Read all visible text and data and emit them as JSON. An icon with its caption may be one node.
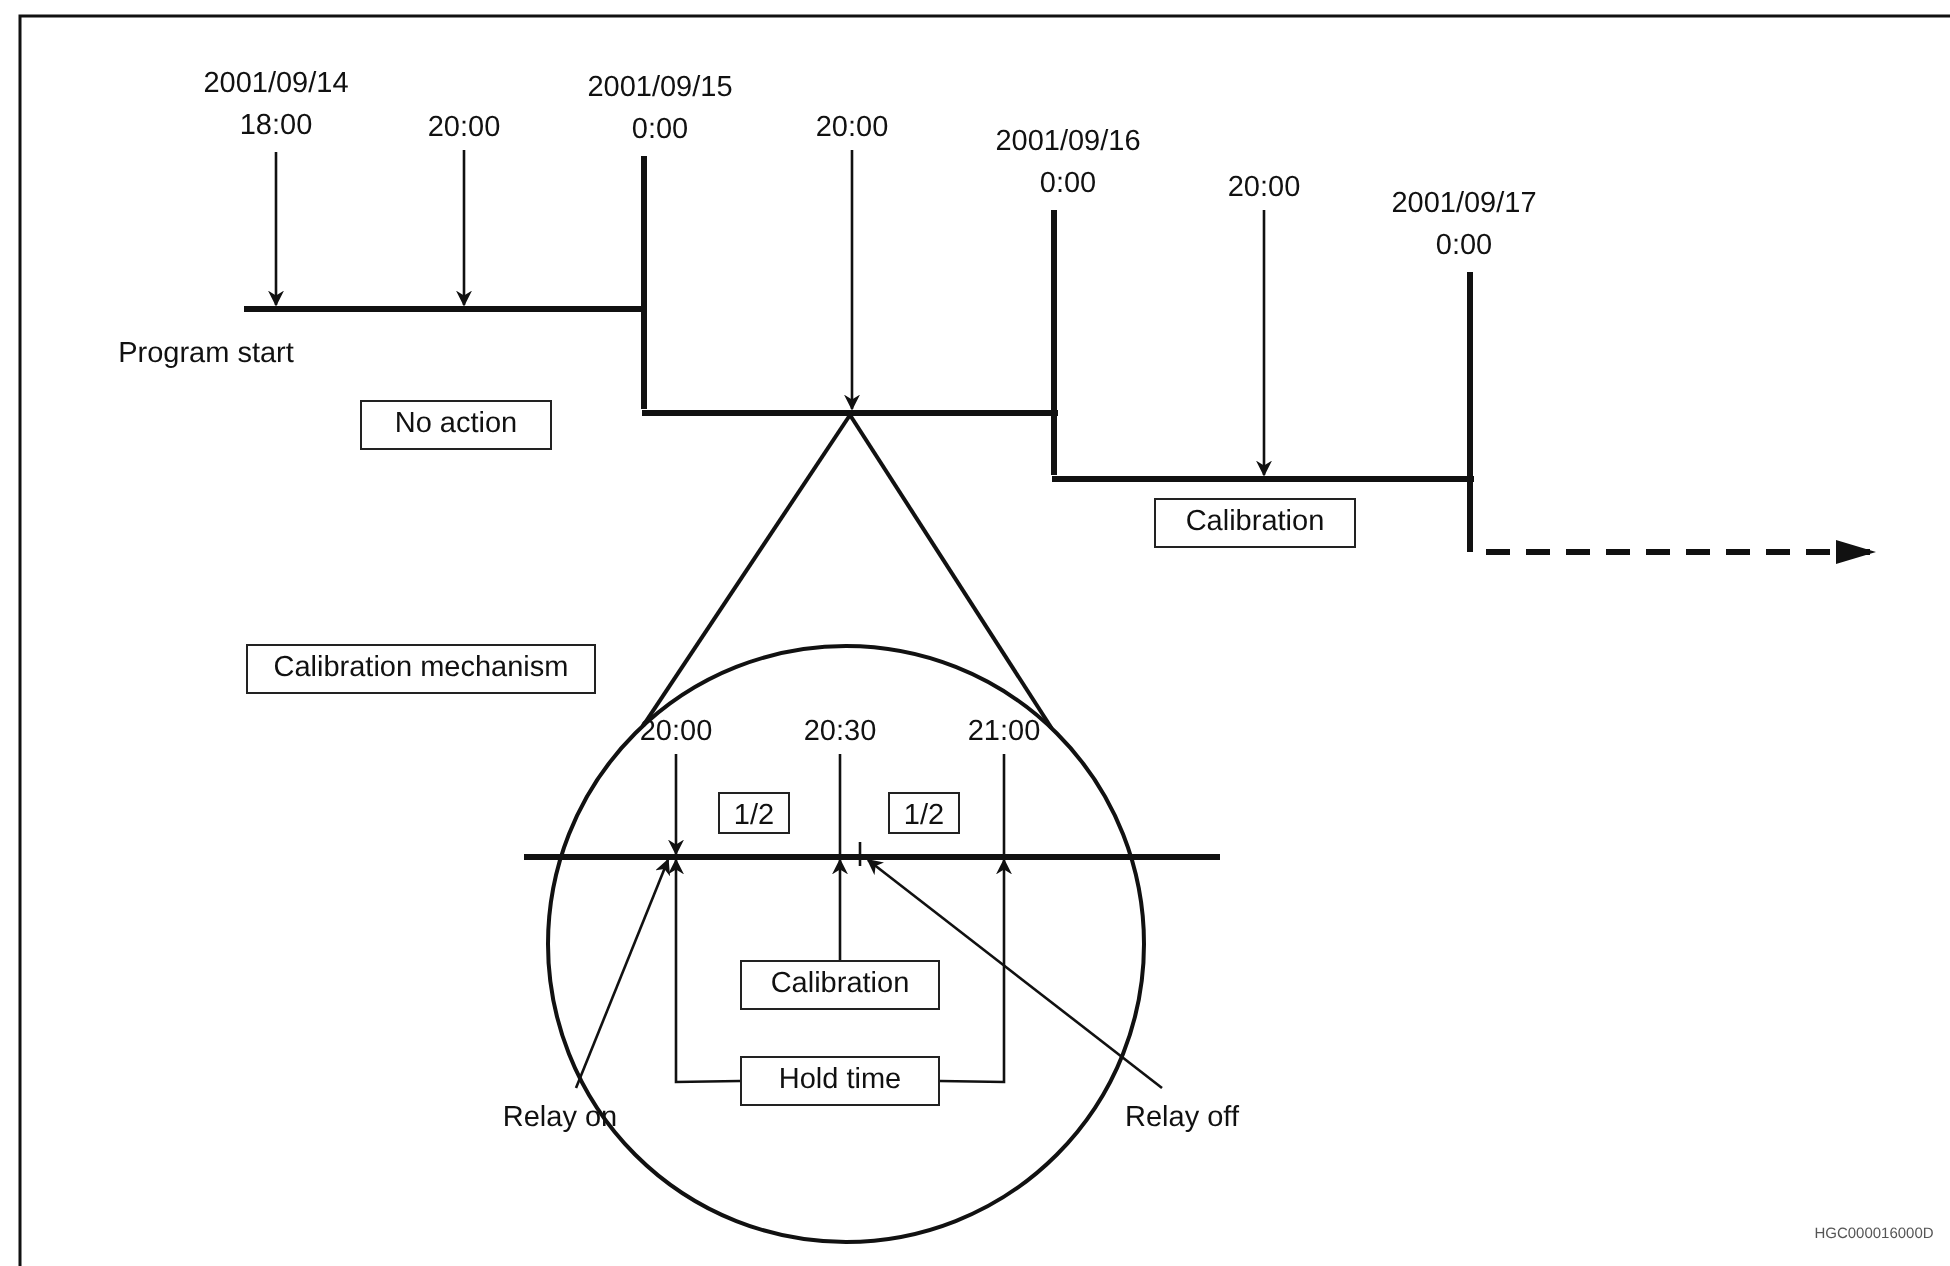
{
  "diagram": {
    "nodes": [
      {
        "text": [
          "2001/09/14 18:00"
        ]
      },
      {
        "text": [
          "20:00"
        ]
      },
      {
        "text": [
          "20:00"
        ]
      },
      {
        "text": [
          "20:00"
        ]
      },
      {
        "text": [
          "No action"
        ]
      },
      {
        "text": [
          "Calibration"
        ]
      },
      {
        "text": [
          "Calibration mechanism"
        ]
      },
      {
        "text": [],
        "shape": "circle"
      },
      {
        "text": [
          "20:00"
        ],
        "in": 7
      },
      {
        "text": [
          "20:30"
        ],
        "in": 7
      },
      {
        "text": [
          "21:00"
        ],
        "in": 7
      },
      {
        "text": [
          "1/2"
        ],
        "in": 7
      },
      {
        "text": [
          "1/2"
        ],
        "in": 7
      },
      {
        "text": [
          "Calibration"
        ],
        "in": 7
      },
      {
        "text": [
          "Hold time"
        ],
        "in": 7
      },
      {
        "text": [
          "Relay on"
        ]
      },
      {
        "text": [
          "Relay off"
        ]
      },
      {
        "text": [],
        "shape": "bar"
      },
      {
        "text": [],
        "shape": "bar"
      },
      {
        "text": [],
        "shape": "bar"
      },
      {
        "text": [],
        "shape": "bar"
      },
      {
        "text": [
          "2001/09/15 0:00"
        ]
      },
      {
        "text": [
          "2001/09/16 0:00"
        ]
      },
      {
        "text": [
          "2001/09/17 0:00"
        ]
      }
    ],
    "edges": [
      {
        "from": 0,
        "to": 17,
        "arrow": "to"
      },
      {
        "from": 1,
        "to": 17,
        "arrow": "to"
      },
      {
        "from": 2,
        "to": 18,
        "arrow": "to"
      },
      {
        "from": 3,
        "to": 19,
        "arrow": "to"
      },
      {
        "from": 8,
        "to": 20,
        "arrow": "to"
      },
      {
        "from": 13,
        "to": 20,
        "arrow": "to"
      },
      {
        "from": 14,
        "to": 20,
        "arrow": "to"
      },
      {
        "from": 14,
        "to": 20,
        "arrow": "to"
      },
      {
        "from": 15,
        "to": 20,
        "arrow": "to"
      },
      {
        "from": 16,
        "to": 20,
        "arrow": "to"
      },
      {
        "from": 9,
        "to": 20,
        "arrow": "none"
      },
      {
        "from": 10,
        "to": 20,
        "arrow": "none"
      },
      {
        "from": 21,
        "to": 18,
        "arrow": "none",
        "style": "thick"
      },
      {
        "from": 22,
        "to": 19,
        "arrow": "none",
        "style": "thick"
      },
      {
        "from": 23,
        "to": null,
        "arrow": "to",
        "style": "dashed"
      },
      {
        "from": 18,
        "to": 7,
        "arrow": "none"
      },
      {
        "from": 18,
        "to": 7,
        "arrow": "none"
      }
    ],
    "labels": [
      "Program start",
      "HGC000016000D"
    ]
  }
}
